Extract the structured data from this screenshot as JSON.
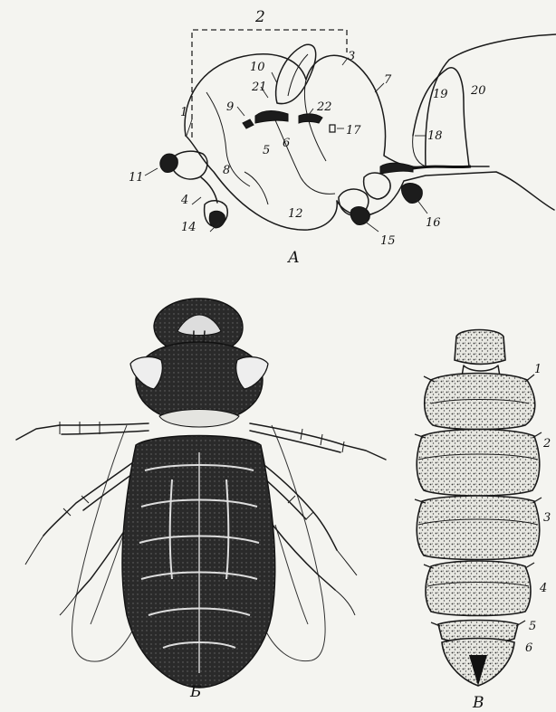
{
  "diagram": {
    "panel_a": {
      "caption": "А",
      "labels": [
        "1",
        "2",
        "3",
        "4",
        "5",
        "6",
        "7",
        "8",
        "9",
        "10",
        "11",
        "12",
        "14",
        "15",
        "16",
        "17",
        "18",
        "19",
        "20",
        "21",
        "22"
      ]
    },
    "panel_b": {
      "caption": "Б"
    },
    "panel_c": {
      "caption": "В",
      "labels": [
        "1",
        "2",
        "3",
        "4",
        "5",
        "6"
      ]
    }
  }
}
